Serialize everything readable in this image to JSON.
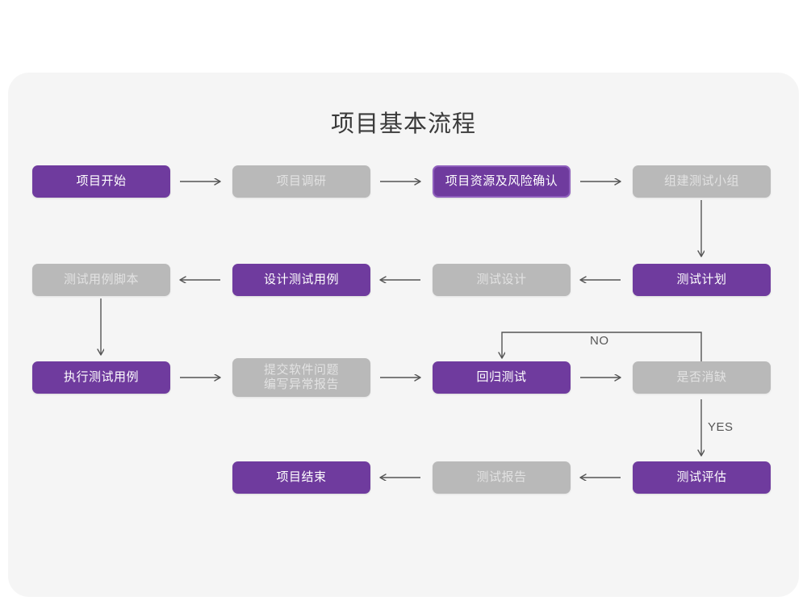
{
  "page": {
    "title": "项目基本流程",
    "background": "#ffffff",
    "card_background": "#f5f5f5"
  },
  "colors": {
    "purple_fill": "#6f3b9e",
    "purple_border": "#8f5fbd",
    "purple_text": "#ffffff",
    "gray_fill": "#b9b9b9",
    "gray_text": "#e2e2e2",
    "connector": "#555555",
    "title_text": "#3b3b3b"
  },
  "chart_data": {
    "type": "diagram",
    "title": "项目基本流程",
    "nodes": [
      {
        "id": "n1",
        "label": "项目开始",
        "style": "purple",
        "row": 1,
        "col": 1
      },
      {
        "id": "n2",
        "label": "项目调研",
        "style": "gray",
        "row": 1,
        "col": 2
      },
      {
        "id": "n3",
        "label": "项目资源及风险确认",
        "style": "purple-outlined",
        "row": 1,
        "col": 3
      },
      {
        "id": "n4",
        "label": "组建测试小组",
        "style": "gray",
        "row": 1,
        "col": 4
      },
      {
        "id": "n5",
        "label": "测试用例脚本",
        "style": "gray",
        "row": 2,
        "col": 1
      },
      {
        "id": "n6",
        "label": "设计测试用例",
        "style": "purple",
        "row": 2,
        "col": 2
      },
      {
        "id": "n7",
        "label": "测试设计",
        "style": "gray",
        "row": 2,
        "col": 3
      },
      {
        "id": "n8",
        "label": "测试计划",
        "style": "purple",
        "row": 2,
        "col": 4
      },
      {
        "id": "n9",
        "label": "执行测试用例",
        "style": "purple",
        "row": 3,
        "col": 1
      },
      {
        "id": "n10",
        "label": "提交软件问题\n编写异常报告",
        "style": "gray",
        "row": 3,
        "col": 2
      },
      {
        "id": "n11",
        "label": "回归测试",
        "style": "purple",
        "row": 3,
        "col": 3
      },
      {
        "id": "n12",
        "label": "是否消缺",
        "style": "gray",
        "row": 3,
        "col": 4
      },
      {
        "id": "n13",
        "label": "项目结束",
        "style": "purple",
        "row": 4,
        "col": 2
      },
      {
        "id": "n14",
        "label": "测试报告",
        "style": "gray",
        "row": 4,
        "col": 3
      },
      {
        "id": "n15",
        "label": "测试评估",
        "style": "purple",
        "row": 4,
        "col": 4
      }
    ],
    "edges": [
      {
        "from": "n1",
        "to": "n2",
        "direction": "right",
        "label": ""
      },
      {
        "from": "n2",
        "to": "n3",
        "direction": "right",
        "label": ""
      },
      {
        "from": "n3",
        "to": "n4",
        "direction": "right",
        "label": ""
      },
      {
        "from": "n4",
        "to": "n8",
        "direction": "down",
        "label": ""
      },
      {
        "from": "n8",
        "to": "n7",
        "direction": "left",
        "label": ""
      },
      {
        "from": "n7",
        "to": "n6",
        "direction": "left",
        "label": ""
      },
      {
        "from": "n6",
        "to": "n5",
        "direction": "left",
        "label": ""
      },
      {
        "from": "n5",
        "to": "n9",
        "direction": "down",
        "label": ""
      },
      {
        "from": "n9",
        "to": "n10",
        "direction": "right",
        "label": ""
      },
      {
        "from": "n10",
        "to": "n11",
        "direction": "right",
        "label": ""
      },
      {
        "from": "n11",
        "to": "n12",
        "direction": "right",
        "label": ""
      },
      {
        "from": "n12",
        "to": "n11",
        "direction": "loop-up",
        "label": "NO"
      },
      {
        "from": "n12",
        "to": "n15",
        "direction": "down",
        "label": "YES"
      },
      {
        "from": "n15",
        "to": "n14",
        "direction": "left",
        "label": ""
      },
      {
        "from": "n14",
        "to": "n13",
        "direction": "left",
        "label": ""
      }
    ],
    "edge_labels": {
      "no": "NO",
      "yes": "YES"
    }
  }
}
